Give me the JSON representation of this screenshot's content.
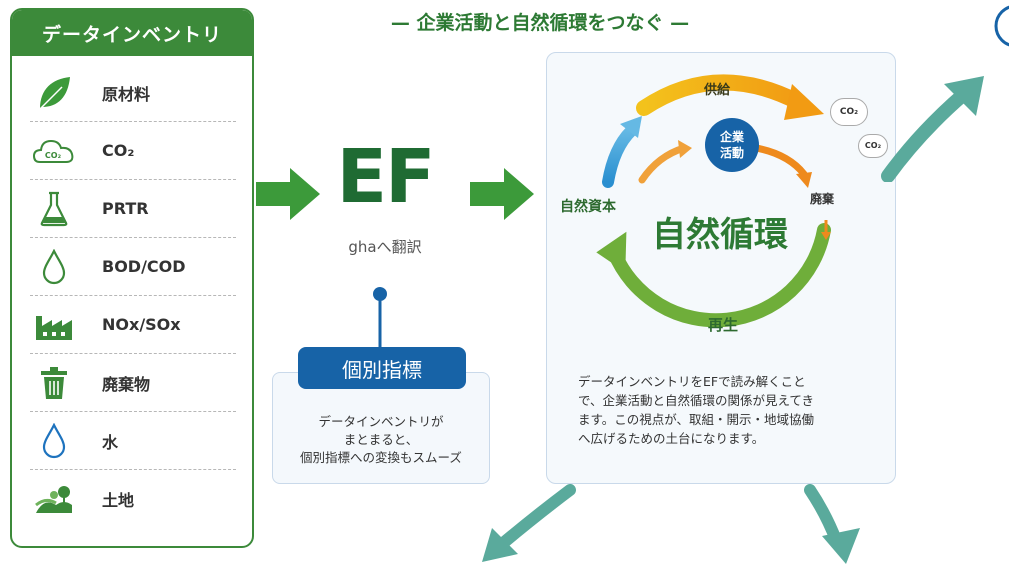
{
  "title": "— 企業活動と自然循環をつなぐ —",
  "inventory": {
    "header": "データインベントリ",
    "items": [
      {
        "label": "原材料",
        "icon": "leaf-icon"
      },
      {
        "label": "CO₂",
        "icon": "co2-cloud-icon"
      },
      {
        "label": "PRTR",
        "icon": "flask-icon"
      },
      {
        "label": "BOD/COD",
        "icon": "water-drop-outline-icon"
      },
      {
        "label": "NOx/SOx",
        "icon": "factory-icon"
      },
      {
        "label": "廃棄物",
        "icon": "trash-icon"
      },
      {
        "label": "水",
        "icon": "water-drop-blue-icon"
      },
      {
        "label": "土地",
        "icon": "land-icon"
      }
    ]
  },
  "ef": {
    "label": "EF",
    "sub": "ghaへ翻訳"
  },
  "indicator": {
    "tag": "個別指標",
    "lines": [
      "データインベントリが",
      "まとまると、",
      "個別指標への変換もスムーズ"
    ]
  },
  "cycle": {
    "center": "自然循環",
    "business": [
      "企業",
      "活動"
    ],
    "labels": {
      "supply": "供給",
      "waste": "廃棄",
      "capital": "自然資本",
      "regen": "再生"
    },
    "co2a": "CO₂",
    "co2b": "CO₂",
    "description": [
      "データインベントリをEFで読み解くこと",
      "で、企業活動と自然循環の関係が見えてき",
      "ます。この視点が、取組・開示・地域協働",
      "へ広げるための土台になります。"
    ]
  },
  "colors": {
    "green": "#3c8a3a",
    "dark_green": "#1f6b33",
    "blue": "#1763a7",
    "teal": "#5aaa9c"
  }
}
